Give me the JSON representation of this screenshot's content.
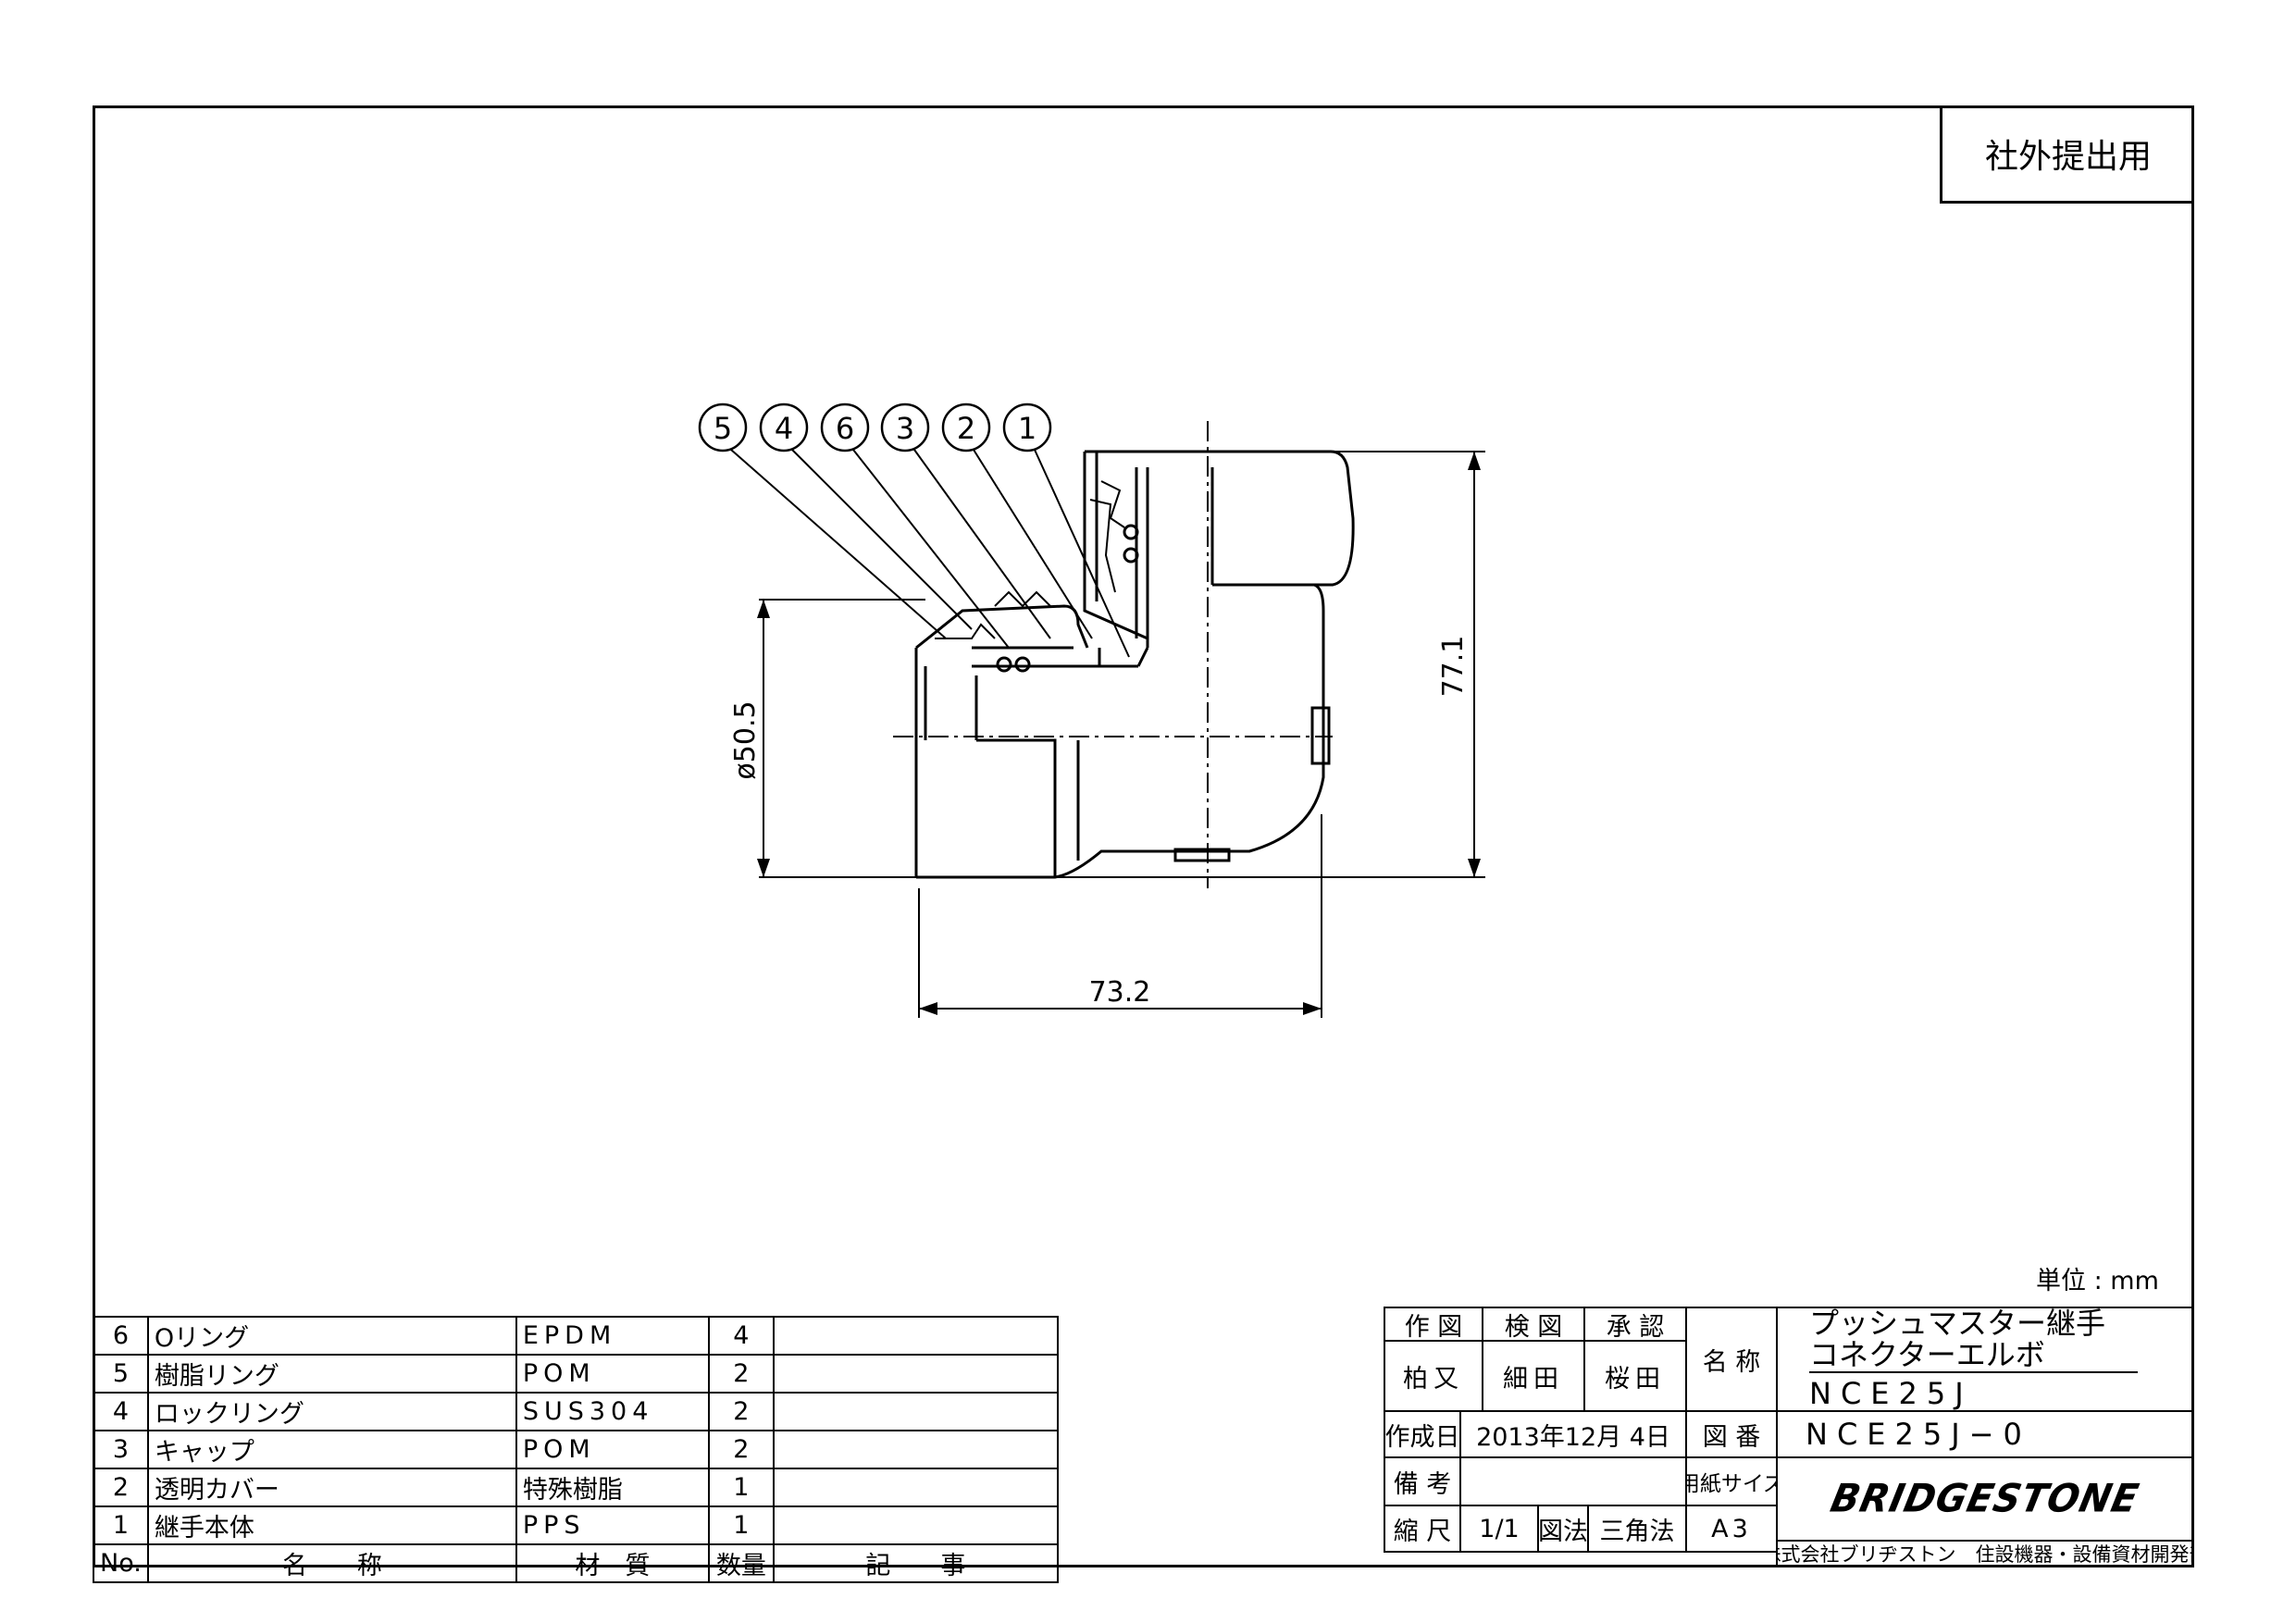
{
  "stamp": "社外提出用",
  "unit_label": "単位 : mm",
  "drawing": {
    "balloons": [
      "5",
      "4",
      "6",
      "3",
      "2",
      "1"
    ],
    "dim_height": "77.1",
    "dim_diameter": "ø50.5",
    "dim_width": "73.2"
  },
  "parts_list": {
    "header": {
      "no": "No.",
      "name": "名　　称",
      "material": "材　質",
      "qty": "数量",
      "remarks": "記　　事"
    },
    "rows": [
      {
        "no": "6",
        "name": "Oリング",
        "material": "EPDM",
        "qty": "4",
        "remarks": ""
      },
      {
        "no": "5",
        "name": "樹脂リング",
        "material": "POM",
        "qty": "2",
        "remarks": ""
      },
      {
        "no": "4",
        "name": "ロックリング",
        "material": "SUS304",
        "qty": "2",
        "remarks": ""
      },
      {
        "no": "3",
        "name": "キャップ",
        "material": "POM",
        "qty": "2",
        "remarks": ""
      },
      {
        "no": "2",
        "name": "透明カバー",
        "material": "特殊樹脂",
        "qty": "1",
        "remarks": ""
      },
      {
        "no": "1",
        "name": "継手本体",
        "material": "PPS",
        "qty": "1",
        "remarks": ""
      }
    ]
  },
  "title_block": {
    "drawn_label": "作 図",
    "checked_label": "検 図",
    "approved_label": "承 認",
    "drawn_by": "柏又",
    "checked_by": "細田",
    "approved_by": "桜田",
    "name_label": "名 称",
    "product_name_line1": "プッシュマスター継手",
    "product_name_line2": "コネクターエルボ",
    "model": "NCE25J",
    "date_label": "作成日",
    "date": "2013年12月 4日",
    "drawing_no_label": "図 番",
    "drawing_no": "NCE25J−0",
    "remarks_label": "備 考",
    "remarks": "",
    "paper_label": "用紙サイズ",
    "paper_size": "A3",
    "scale_label": "縮 尺",
    "scale": "1/1",
    "projection_label": "図法",
    "projection": "三角法",
    "brand": "BRIDGESTONE",
    "company": "株式会社ブリヂストン　住設機器・設備資材開発部"
  }
}
